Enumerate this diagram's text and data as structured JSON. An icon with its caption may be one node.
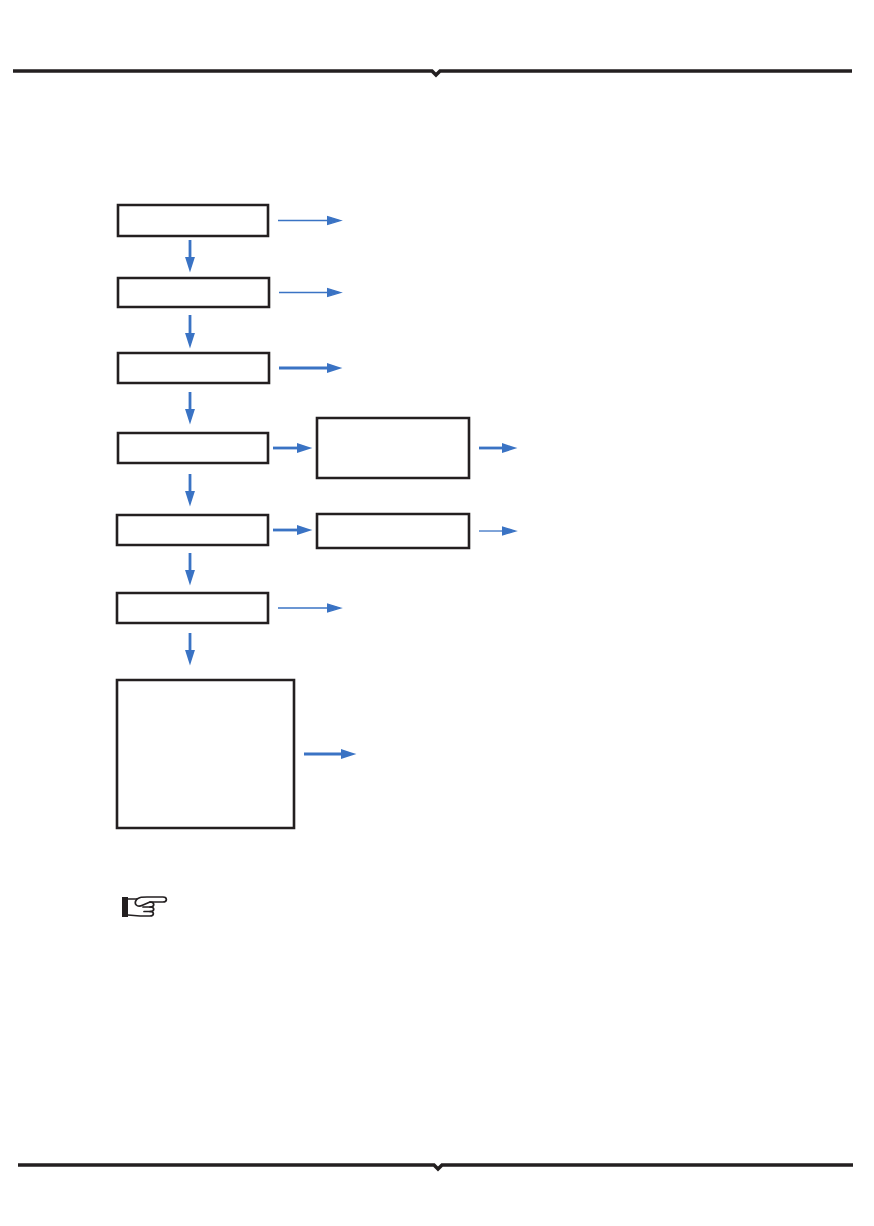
{
  "diagram": {
    "nodes": [
      {
        "text": [],
        "shape": "box"
      },
      {
        "text": [],
        "shape": "box"
      },
      {
        "text": [],
        "shape": "box"
      },
      {
        "text": [],
        "shape": "box"
      },
      {
        "text": [],
        "shape": "box"
      },
      {
        "text": [],
        "shape": "box"
      },
      {
        "text": [],
        "shape": "box"
      },
      {
        "text": [],
        "shape": "box"
      },
      {
        "text": [],
        "shape": "box"
      }
    ],
    "edges": [
      {
        "from": 0,
        "to": null,
        "arrow": "to"
      },
      {
        "from": 0,
        "to": 1,
        "arrow": "to"
      },
      {
        "from": 1,
        "to": null,
        "arrow": "to"
      },
      {
        "from": 1,
        "to": 2,
        "arrow": "to"
      },
      {
        "from": 2,
        "to": null,
        "arrow": "to"
      },
      {
        "from": 2,
        "to": 3,
        "arrow": "to"
      },
      {
        "from": 3,
        "to": 4,
        "arrow": "to"
      },
      {
        "from": 4,
        "to": null,
        "arrow": "to"
      },
      {
        "from": 3,
        "to": 5,
        "arrow": "to"
      },
      {
        "from": 5,
        "to": 6,
        "arrow": "to"
      },
      {
        "from": 6,
        "to": null,
        "arrow": "to"
      },
      {
        "from": 5,
        "to": 7,
        "arrow": "to"
      },
      {
        "from": 7,
        "to": null,
        "arrow": "to"
      },
      {
        "from": 7,
        "to": 8,
        "arrow": "to"
      },
      {
        "from": 8,
        "to": null,
        "arrow": "to"
      }
    ]
  }
}
